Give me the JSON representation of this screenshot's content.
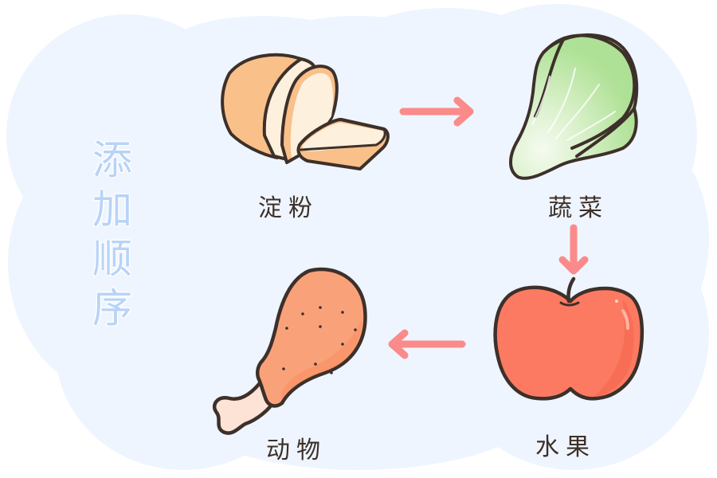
{
  "title": {
    "text": "添加顺序",
    "chars": [
      "添",
      "加",
      "顺",
      "序"
    ],
    "color": "#b8d3f7"
  },
  "steps": [
    {
      "order": 1,
      "label": "淀粉",
      "icon": "bread-icon"
    },
    {
      "order": 2,
      "label": "蔬菜",
      "icon": "bok-choy-icon"
    },
    {
      "order": 3,
      "label": "水果",
      "icon": "apple-icon"
    },
    {
      "order": 4,
      "label": "动物",
      "icon": "chicken-drumstick-icon"
    }
  ],
  "arrows": [
    {
      "from": "淀粉",
      "to": "蔬菜",
      "direction": "right"
    },
    {
      "from": "蔬菜",
      "to": "水果",
      "direction": "down"
    },
    {
      "from": "水果",
      "to": "动物",
      "direction": "left"
    }
  ],
  "colors": {
    "background_cloud": "#eef5fe",
    "arrow": "#fb8a8a",
    "outline": "#3d302a",
    "bread_crust": "#f9c08a",
    "bread_inside": "#fdf0dc",
    "veg_leaf": "#aee195",
    "apple": "#fd7a62",
    "drumstick": "#f9a27a"
  }
}
